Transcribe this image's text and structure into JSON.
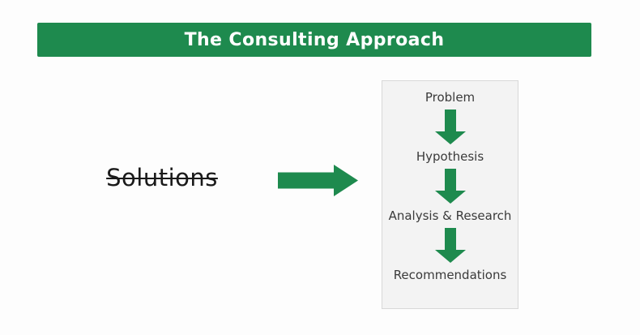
{
  "title": {
    "text": "The Consulting Approach"
  },
  "crossed_out": {
    "text": "Solutions"
  },
  "flow": {
    "steps": [
      "Problem",
      "Hypothesis",
      "Analysis & Research",
      "Recommendations"
    ]
  },
  "icons": {
    "right_arrow": "right-arrow-icon",
    "down_arrow": "down-arrow-icon"
  },
  "colors": {
    "green": "#1e8a4e",
    "box_bg": "#f3f3f3",
    "box_border": "#d8d8d8",
    "text_dark": "#3a3a3a",
    "page_bg": "#fdfdfd"
  }
}
